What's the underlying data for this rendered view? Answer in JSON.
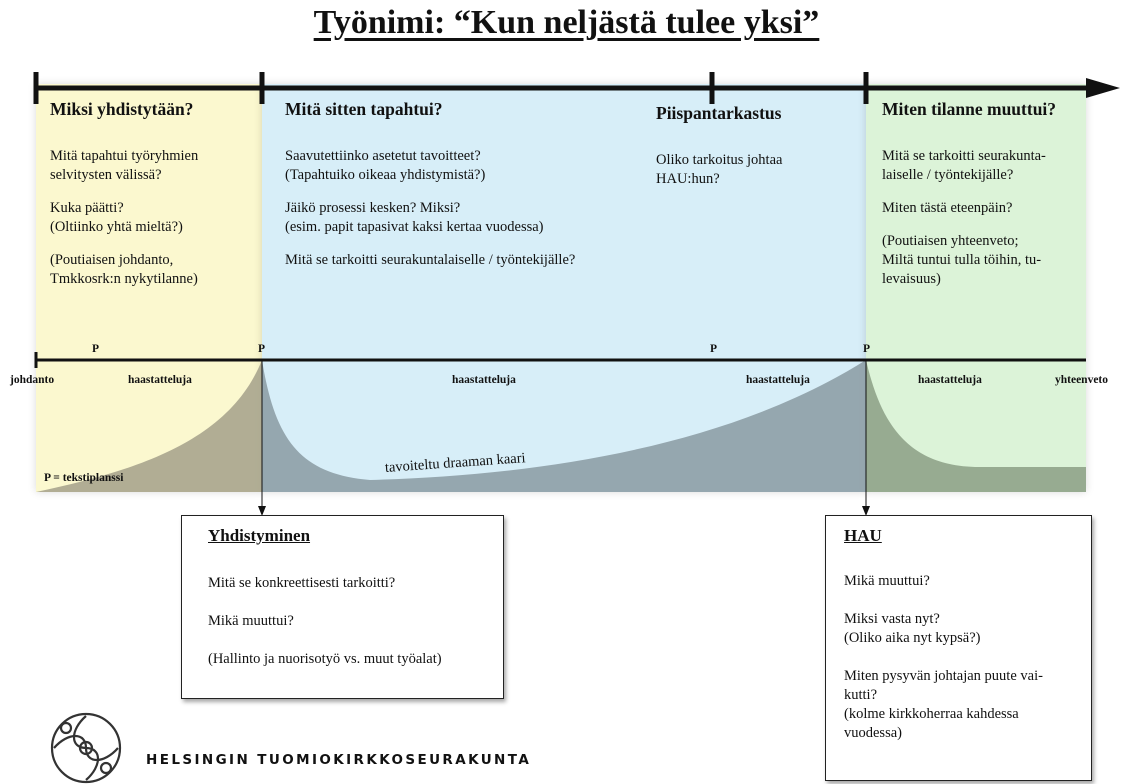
{
  "title": "Työnimi: “Kun neljästä tulee yksi”",
  "phases": [
    {
      "heading": "Miksi yhdistytään?",
      "lines": [
        "Mitä tapahtui työryhmien",
        "selvitysten välissä?",
        "",
        "Kuka päätti?",
        "(Oltiinko yhtä mieltä?)",
        "",
        "(Poutiaisen johdanto,",
        "Tmkkosrk:n nykytilanne)"
      ]
    },
    {
      "heading": "Mitä sitten tapahtui?",
      "lines": [
        "Saavutettiinko asetetut tavoitteet?",
        "(Tapahtuiko oikeaa yhdistymistä?)",
        "",
        "Jäikö prosessi kesken? Miksi?",
        "(esim. papit tapasivat kaksi kertaa vuodessa)",
        "",
        "Mitä se tarkoitti seurakuntalaiselle / työntekijälle?"
      ]
    },
    {
      "heading": "Piispantarkastus",
      "lines": [
        "Oliko tarkoitus johtaa",
        "HAU:hun?"
      ]
    },
    {
      "heading": "Miten tilanne muuttui?",
      "lines": [
        "Mitä se tarkoitti seurakunta-",
        "laiselle / työntekijälle?",
        "",
        "Miten tästä eteenpäin?",
        "",
        "(Poutiaisen yhteenveto;",
        "Miltä tuntui tulla töihin, tu-",
        "levaisuus)"
      ]
    }
  ],
  "timeline_markers": [
    "P",
    "P",
    "P",
    "P"
  ],
  "timeline_labels": [
    "johdanto",
    "haastatteluja",
    "haastatteluja",
    "haastatteluja",
    "haastatteluja",
    "yhteenveto"
  ],
  "legend": "P = tekstiplanssi",
  "arc_label": "tavoiteltu draaman kaari",
  "boxes": [
    {
      "heading": "Yhdistyminen",
      "lines": [
        "Mitä se konkreettisesti tarkoitti?",
        "",
        "Mikä muuttui?",
        "",
        "(Hallinto ja nuorisotyö vs. muut työalat)"
      ]
    },
    {
      "heading": "HAU",
      "lines": [
        "Mikä muuttui?",
        "",
        "Miksi vasta nyt?",
        "(Oliko aika nyt kypsä?)",
        "",
        "Miten pysyvän johtajan puute vai-",
        "kutti?",
        "(kolme kirkkoherraa kahdessa",
        "vuodessa)"
      ]
    }
  ],
  "logo_text": "HELSINGIN TUOMIOKIRKKOSEURAKUNTA",
  "colors": {
    "phase1": "#fbf8cf",
    "phase2": "#d7eef8",
    "phase3": "#dcf3d8",
    "arc_fill": "#8e9ea6"
  }
}
